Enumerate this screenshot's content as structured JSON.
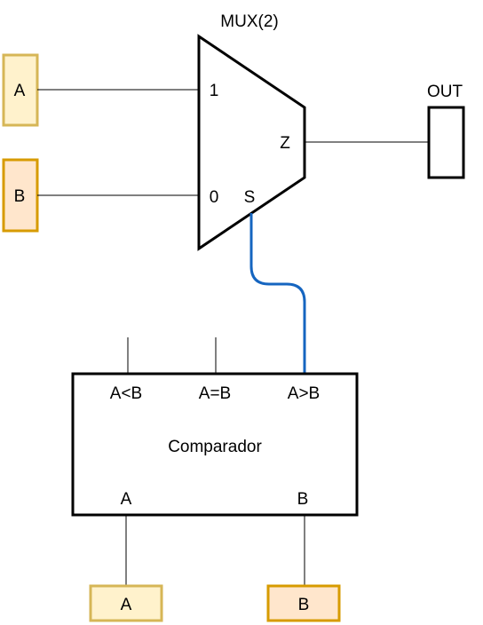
{
  "mux": {
    "title": "MUX(2)",
    "input_1": "1",
    "input_0": "0",
    "select": "S",
    "output": "Z"
  },
  "output_box": {
    "label": "OUT"
  },
  "inputs_top": [
    {
      "label": "A",
      "fill": "#fff2cc",
      "stroke": "#d6b656"
    },
    {
      "label": "B",
      "fill": "#ffe6cc",
      "stroke": "#d79b00"
    }
  ],
  "comparator": {
    "name": "Comparador",
    "out_lt": "A<B",
    "out_eq": "A=B",
    "out_gt": "A>B",
    "in_a": "A",
    "in_b": "B"
  },
  "inputs_bottom": [
    {
      "label": "A",
      "fill": "#fff2cc",
      "stroke": "#d6b656"
    },
    {
      "label": "B",
      "fill": "#ffe6cc",
      "stroke": "#d79b00"
    }
  ],
  "colors": {
    "select_wire": "#1565c0"
  }
}
